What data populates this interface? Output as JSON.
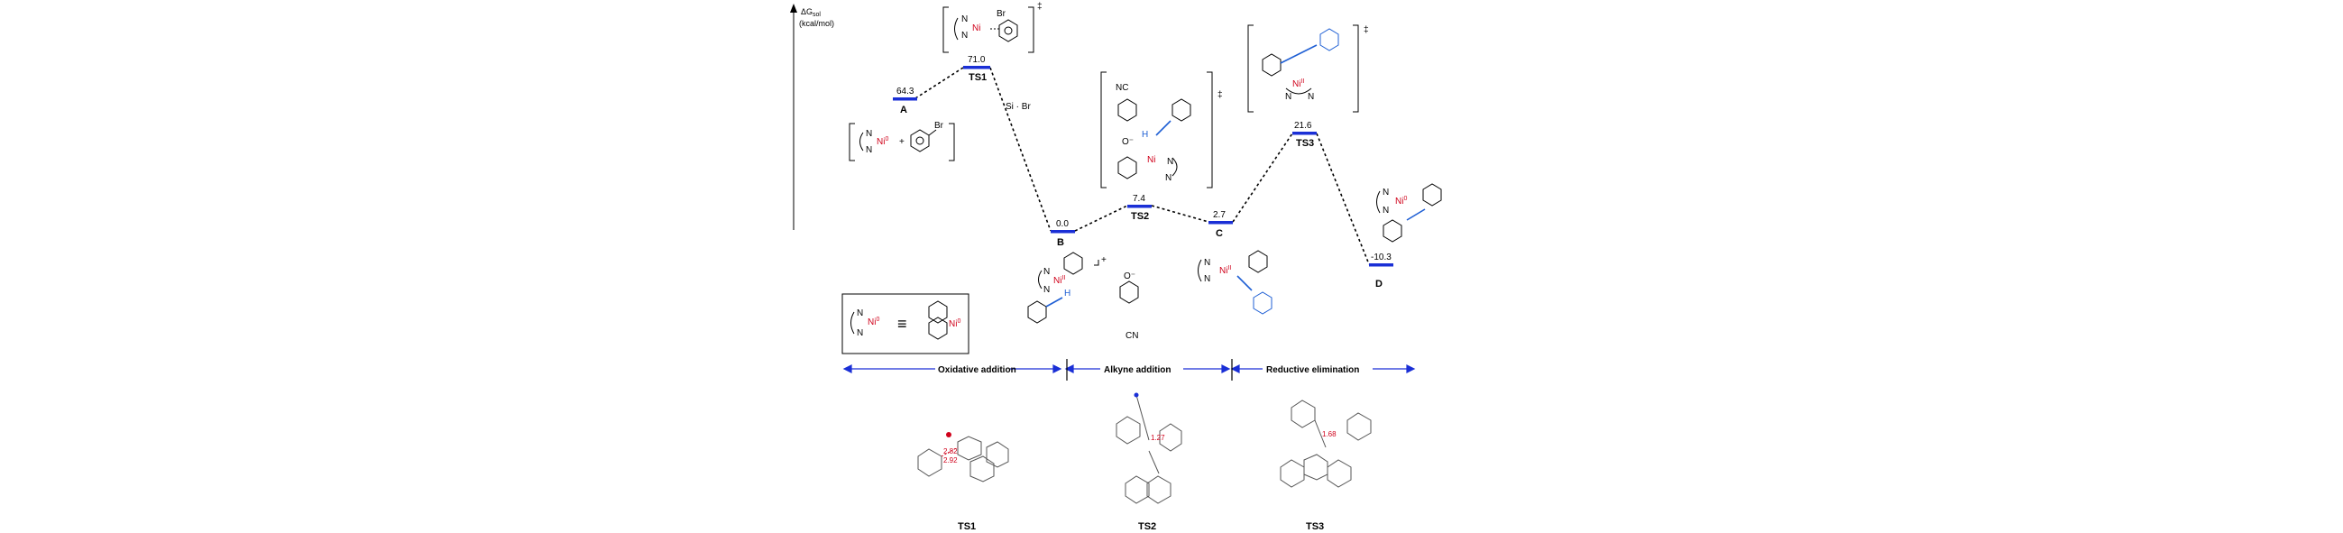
{
  "axis": {
    "ylabel_main": "ΔG",
    "ylabel_sub": "sol",
    "ylabel_unit": "(kcal/mol)"
  },
  "states": [
    {
      "id": "A",
      "value": "64.3"
    },
    {
      "id": "TS1",
      "value": "71.0"
    },
    {
      "id": "B",
      "value": "0.0"
    },
    {
      "id": "TS2",
      "value": "7.4"
    },
    {
      "id": "C",
      "value": "2.7"
    },
    {
      "id": "TS3",
      "value": "21.6"
    },
    {
      "id": "D",
      "value": "-10.3"
    }
  ],
  "phases": [
    "Oxidative addition",
    "Alkyne addition",
    "Reductive elimination"
  ],
  "structures": [
    "TS1",
    "TS2",
    "TS3"
  ],
  "labels": {
    "br": "Br",
    "si_br": "Si · Br",
    "nc": "NC",
    "cn": "CN",
    "n": "N",
    "ni": "Ni",
    "ni_sup": "0",
    "ni_ii_sup": "II",
    "o_minus": "O⁻",
    "h": "H",
    "plus": "+",
    "dagger": "‡",
    "equiv": "≡"
  },
  "distances": {
    "ts1_a": "2.82",
    "ts1_b": "2.92",
    "ts2": "1.27",
    "ts3": "1.68"
  },
  "colors": {
    "level": "#1a2fd6",
    "phase_arrow": "#1a2fd6",
    "ni": "#d0021b",
    "alkyne": "#1f5fd4"
  }
}
